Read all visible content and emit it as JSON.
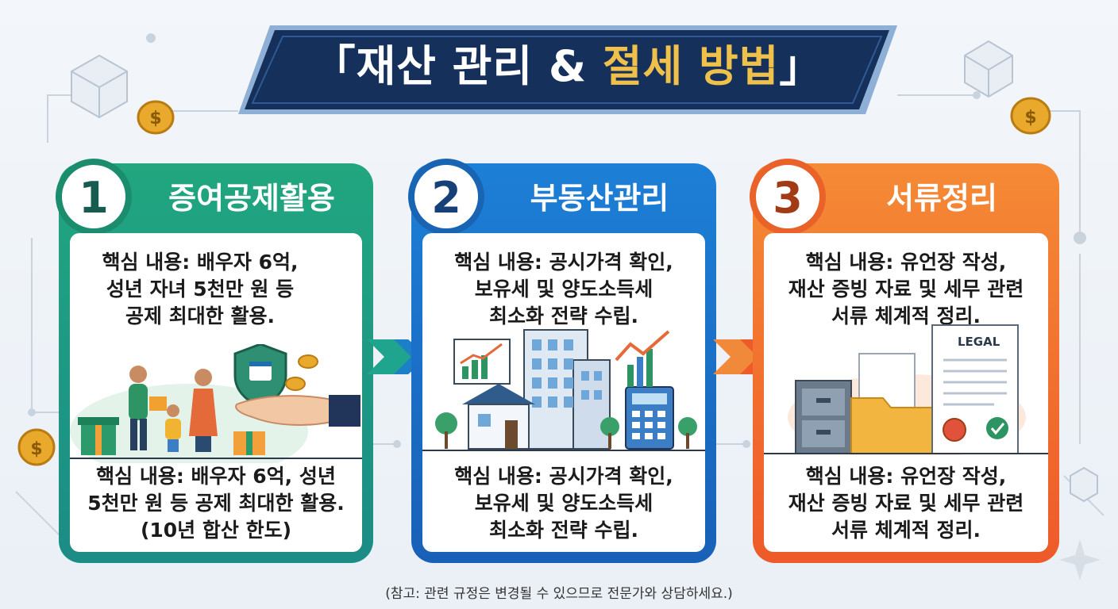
{
  "title": {
    "part1": "「재산 관리 & ",
    "part2": "절세 방법",
    "part3": "」"
  },
  "colors": {
    "green": "#1f9a7a",
    "blue": "#1d6fd1",
    "orange": "#f06a2a",
    "navy": "#16305c",
    "gold": "#f0c14a"
  },
  "cards": [
    {
      "number": "1",
      "title": "증여공제활용",
      "top_lines": [
        "핵심 내용: 배우자 6억,",
        "성년 자녀 5천만 원 등",
        "공제 최대한 활용."
      ],
      "bottom_lines": [
        "핵심 내용: 배우자 6억, 성년",
        "5천만 원 등 공제 최대한 활용.",
        "(10년 합산 한도)"
      ],
      "icons": [
        "family-icon",
        "shield-calendar-icon",
        "gift-icon",
        "hand-icon",
        "coin-icon"
      ]
    },
    {
      "number": "2",
      "title": "부동산관리",
      "top_lines": [
        "핵심 내용: 공시가격 확인,",
        "보유세 및 양도소득세",
        "최소화 전략 수립."
      ],
      "bottom_lines": [
        "핵심 내용: 공시가격 확인,",
        "보유세 및 양도소득세",
        "최소화 전략 수립."
      ],
      "icons": [
        "chart-icon",
        "building-icon",
        "house-icon",
        "calculator-icon",
        "tree-icon"
      ]
    },
    {
      "number": "3",
      "title": "서류정리",
      "top_lines": [
        "핵심 내용: 유언장 작성,",
        "재산 증빙 자료 및 세무 관련",
        "서류 체계적 정리."
      ],
      "bottom_lines": [
        "핵심 내용: 유언장 작성,",
        "재산 증빙 자료 및 세무 관련",
        "서류 체계적 정리."
      ],
      "legal_label": "LEGAL",
      "icons": [
        "filing-cabinet-icon",
        "folder-icon",
        "legal-document-icon",
        "seal-icon",
        "check-icon"
      ]
    }
  ],
  "footnote": "(참고: 관련 규정은 변경될 수 있으므로 전문가와 상담하세요.)"
}
